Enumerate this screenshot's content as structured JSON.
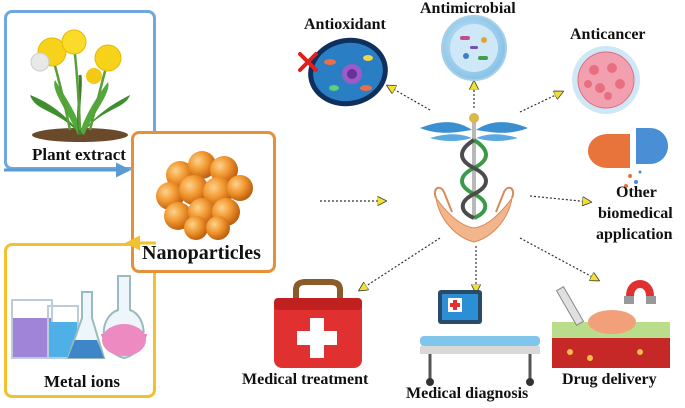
{
  "nodes": {
    "plant_extract": "Plant extract",
    "metal_ions": "Metal ions",
    "nanoparticles": "Nanoparticles",
    "antioxidant": "Antioxidant",
    "antimicrobial": "Antimicrobial",
    "anticancer": "Anticancer",
    "other_line1": "Other",
    "other_line2": "biomedical",
    "other_line3": "application",
    "medical_treatment": "Medical treatment",
    "medical_diagnosis": "Medical diagnosis",
    "drug_delivery": "Drug delivery"
  },
  "colors": {
    "plant_box": "#6fa8dc",
    "metal_box": "#f2c12e",
    "nano_box": "#e69138",
    "arrow_head": "#f0e130",
    "plant_arrow": "#5b9bd5",
    "metal_arrow": "#f2c12e"
  },
  "icons": [
    "dandelion-plant-icon",
    "lab-flasks-icon",
    "nanoparticle-cluster-icon",
    "caduceus-hands-icon",
    "animal-cell-icon",
    "bacteria-petri-icon",
    "cancer-cell-icon",
    "capsule-icon",
    "first-aid-kit-icon",
    "hospital-bed-icon",
    "syringe-tissue-icon"
  ]
}
